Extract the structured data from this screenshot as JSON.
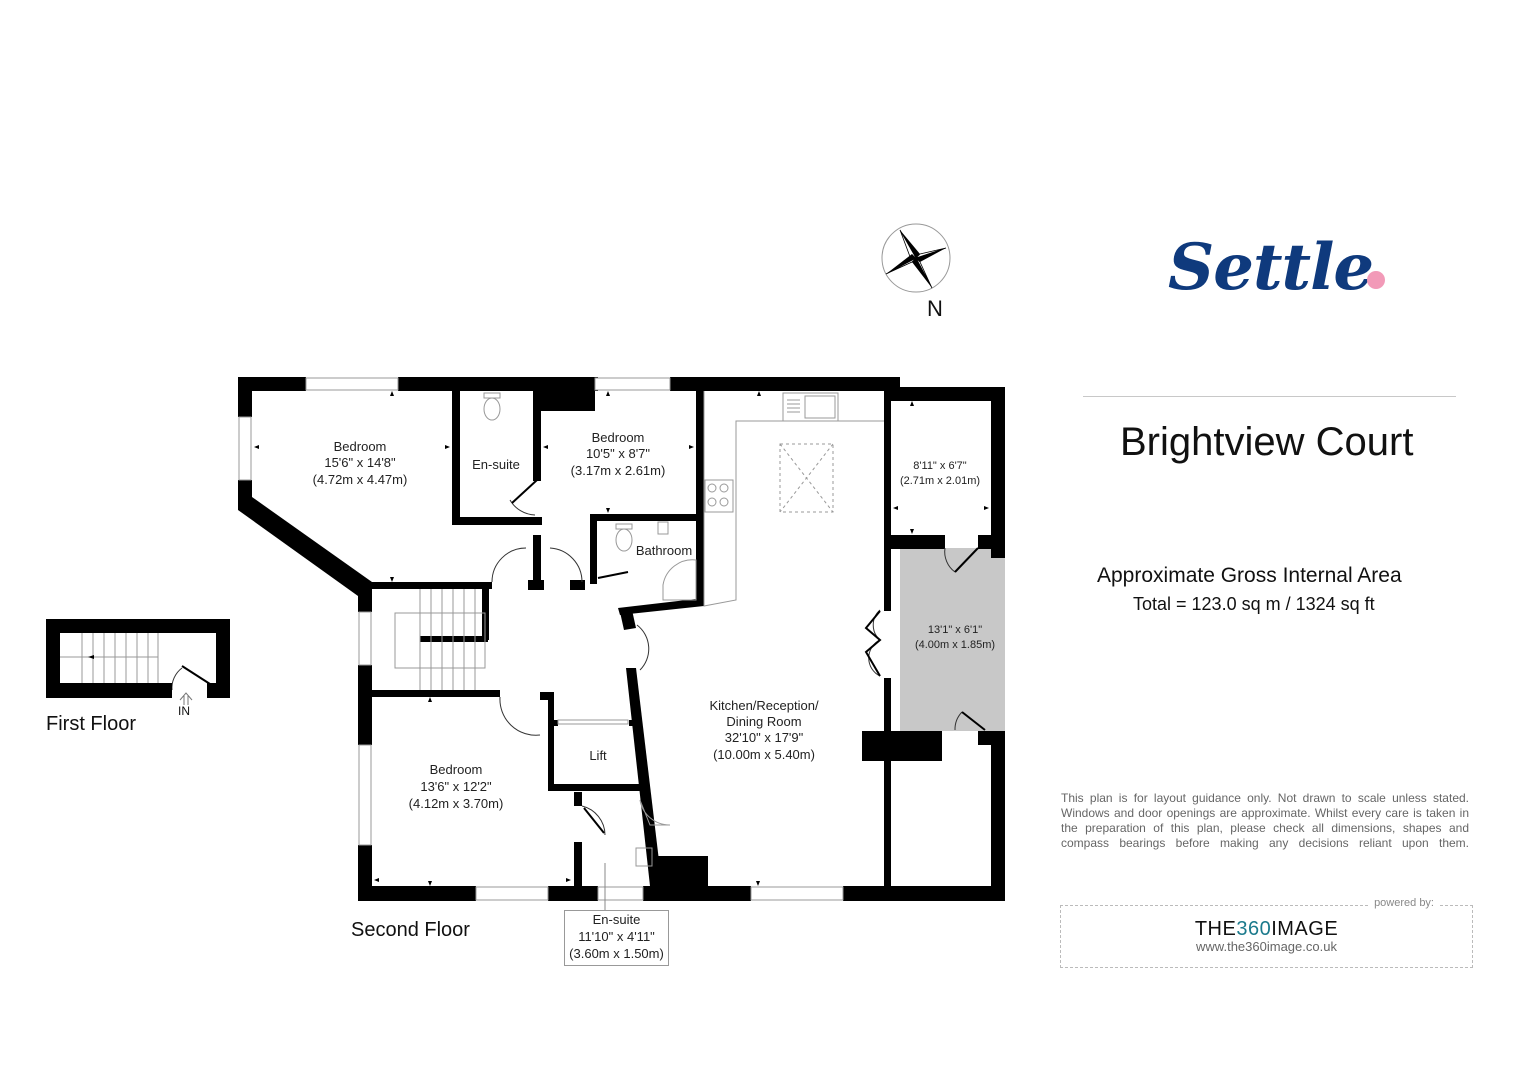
{
  "brand": {
    "logo_text": "Settle",
    "logo_color": "#0f3a7d",
    "logo_dot_color": "#f29ab8"
  },
  "property": {
    "title": "Brightview Court"
  },
  "area": {
    "heading": "Approximate Gross Internal Area",
    "total": "Total = 123.0 sq m / 1324 sq ft"
  },
  "compass": {
    "label": "N",
    "icon": "compass-rose-icon"
  },
  "floors": {
    "first": {
      "label": "First Floor",
      "entrance_label": "IN"
    },
    "second": {
      "label": "Second Floor"
    }
  },
  "rooms": [
    {
      "name": "Bedroom",
      "imperial": "15'6\" x 14'8\"",
      "metric": "(4.72m x 4.47m)"
    },
    {
      "name": "En-suite"
    },
    {
      "name": "Bedroom",
      "imperial": "10'5\" x 8'7\"",
      "metric": "(3.17m x 2.61m)"
    },
    {
      "name": "Bathroom"
    },
    {
      "name": "",
      "imperial": "8'11\" x 6'7\"",
      "metric": "(2.71m x 2.01m)"
    },
    {
      "name": "",
      "imperial": "13'1\" x 6'1\"",
      "metric": "(4.00m x 1.85m)"
    },
    {
      "name": "Kitchen/Reception/",
      "name2": "Dining Room",
      "imperial": "32'10\" x 17'9\"",
      "metric": "(10.00m x 5.40m)"
    },
    {
      "name": "Lift"
    },
    {
      "name": "Bedroom",
      "imperial": "13'6\" x 12'2\"",
      "metric": "(4.12m x 3.70m)"
    },
    {
      "name": "En-suite",
      "imperial": "11'10\" x 4'11\"",
      "metric": "(3.60m x 1.50m)"
    }
  ],
  "disclaimer": "This plan is for layout guidance only. Not drawn to scale unless stated. Windows and door openings are approximate. Whilst every care is taken in the preparation of this plan, please check all dimensions, shapes and compass bearings before making any decisions reliant upon them.",
  "credit": {
    "powered_by": "powered by:",
    "brand_prefix": "THE",
    "brand_accent": "360",
    "brand_suffix": "IMAGE",
    "url": "www.the360image.co.uk",
    "accent_color": "#1b7a8c"
  },
  "colors": {
    "wall": "#000000",
    "terrace_fill": "#c8c8c8",
    "fixture_line": "#999999"
  }
}
